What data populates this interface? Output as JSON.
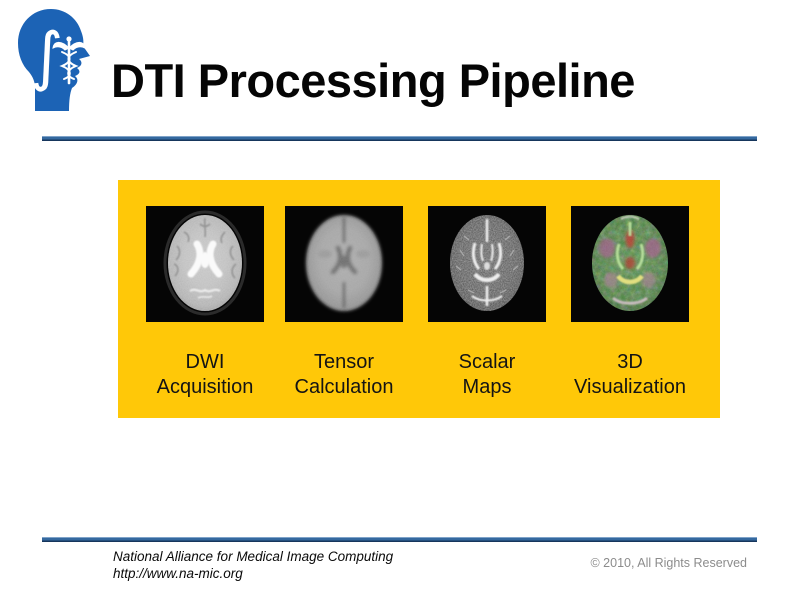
{
  "slide": {
    "title": "DTI Processing Pipeline",
    "logo_name": "namic-head-logo",
    "steps": [
      {
        "line1": "DWI",
        "line2": "Acquisition",
        "image": "dwi-acquisition-brain-mri"
      },
      {
        "line1": "Tensor",
        "line2": "Calculation",
        "image": "tensor-calculation-brain-mri"
      },
      {
        "line1": "Scalar",
        "line2": "Maps",
        "image": "scalar-fa-map-brain-mri"
      },
      {
        "line1": "3D",
        "line2": "Visualization",
        "image": "color-fa-3d-visualization-brain"
      }
    ],
    "footer": {
      "org": "National Alliance for Medical Image Computing",
      "url": "http://www.na-mic.org",
      "copyright": "© 2010, All Rights Reserved"
    },
    "colors": {
      "panel_yellow": "#FFC808",
      "rule_blue": "#35699F",
      "logo_blue": "#1C63B5",
      "copyright_gray": "#8C8C8C"
    }
  }
}
